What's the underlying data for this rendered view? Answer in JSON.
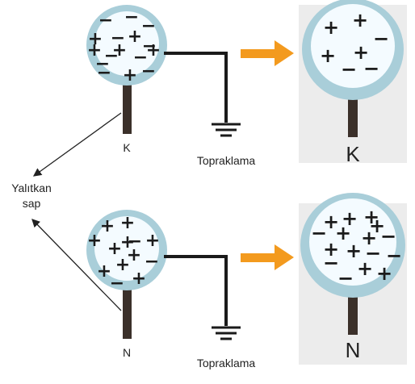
{
  "labels": {
    "top_left": "K",
    "top_right": "K",
    "bottom_left": "N",
    "bottom_right": "N",
    "ground_top": "Topraklama",
    "ground_bottom": "Topraklama",
    "insulating_handle_line1": "Yalıtkan",
    "insulating_handle_line2": "sap"
  },
  "colors": {
    "sphere_ring": "#a9ced9",
    "sphere_inner": "#f4fbff",
    "handle": "#3b302a",
    "wire": "#1a1a1a",
    "arrow": "#f39a1e",
    "panel": "#ececec"
  },
  "charges": {
    "K_before": [
      "−",
      "−",
      "−",
      "+",
      "−",
      "+",
      "−",
      "+",
      "−",
      "−",
      "+",
      "+",
      "−",
      "−",
      "+",
      "−"
    ],
    "K_after": [
      "+",
      "+",
      "−",
      "+",
      "+",
      "−",
      "−"
    ],
    "N_before": [
      "+",
      "+",
      "+",
      "−",
      "+",
      "+",
      "+",
      "−",
      "+",
      "+",
      "−",
      "+",
      "+"
    ],
    "N_after": [
      "+",
      "+",
      "+",
      "−",
      "+",
      "+",
      "−",
      "+",
      "+",
      "−",
      "−",
      "−",
      "+",
      "+",
      "−",
      "+"
    ]
  }
}
